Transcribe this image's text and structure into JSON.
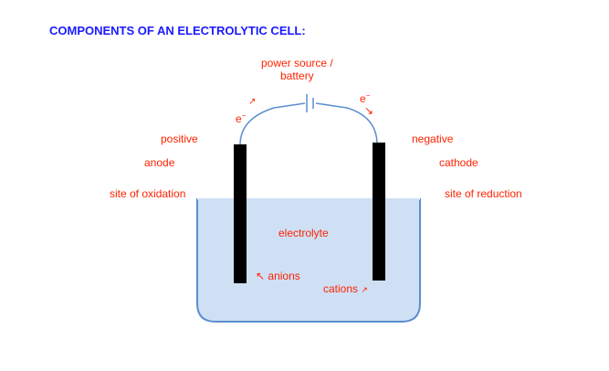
{
  "title": "COMPONENTS OF AN ELECTROLYTIC CELL:",
  "power_source": {
    "line1": "power source /",
    "line2": "battery"
  },
  "electron_left": {
    "symbol": "e",
    "charge": "−",
    "arrow": "↗"
  },
  "electron_right": {
    "symbol": "e",
    "charge": "−",
    "arrow": "↘"
  },
  "left_electrode": {
    "sign": "positive",
    "name": "anode",
    "role": "site of oxidation"
  },
  "right_electrode": {
    "sign": "negative",
    "name": "cathode",
    "role": "site of reduction"
  },
  "electrolyte": "electrolyte",
  "anions": {
    "arrow": "↖",
    "label": "anions"
  },
  "cations": {
    "label": "cations",
    "arrow": "↗"
  },
  "colors": {
    "title": "#1a1aff",
    "labels": "#ff2200",
    "electrolyte_fill": "#cfe0f5",
    "container_stroke": "#5b8ecf",
    "wire": "#5b8ecf",
    "electrode": "#000000"
  }
}
